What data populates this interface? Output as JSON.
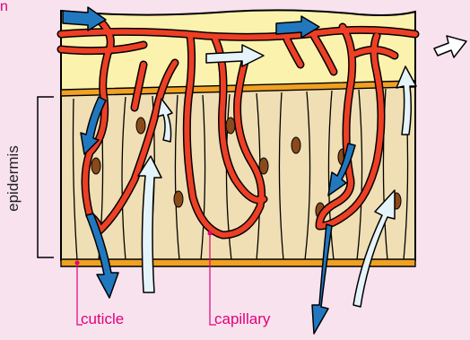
{
  "labels": {
    "top_fragment": "n",
    "epidermis": "epidermis",
    "cuticle": "cuticle",
    "capillary": "capillary"
  },
  "colors": {
    "background": "#f8e2ee",
    "top_layer": "#fbf2ad",
    "boundary_band": "#f0a022",
    "epidermis_cells": "#f0dfb4",
    "vessel": "#ed3f25",
    "nucleus": "#8a4a1c",
    "arrow_dark": "#2178bf",
    "arrow_light": "#e4f4fa",
    "label_pink": "#e0007a"
  },
  "icons": {
    "flow_out": "outline-arrow-right-icon"
  }
}
